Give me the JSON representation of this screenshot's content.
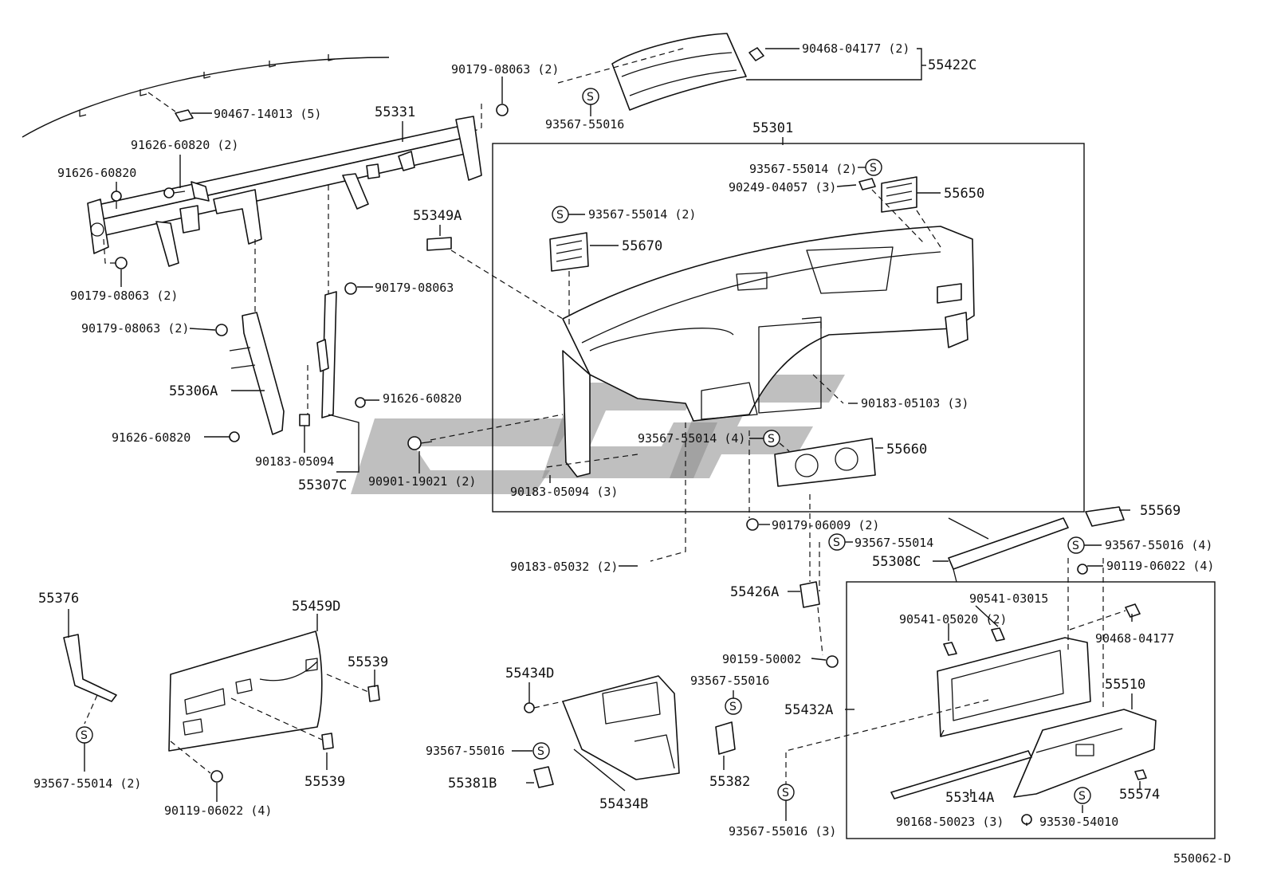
{
  "diagram_id": "550062-D",
  "symbol_text": "S",
  "labels": {
    "p55422C": "55422C",
    "p90468_04177_2": "90468-04177 (2)",
    "p93567_55016_a": "93567-55016",
    "p90179_08063_2a": "90179-08063 (2)",
    "p90467_14013": "90467-14013 (5)",
    "p55331": "55331",
    "p91626_60820_2": "91626-60820 (2)",
    "p91626_60820_a": "91626-60820",
    "p90179_08063_2b": "90179-08063 (2)",
    "p90179_08063_2c": "90179-08063 (2)",
    "p55306A": "55306A",
    "p91626_60820_b": "91626-60820",
    "p90179_08063": "90179-08063",
    "p91626_60820_c": "91626-60820",
    "p90183_05094": "90183-05094",
    "p55307C": "55307C",
    "p90901_19021": "90901-19021 (2)",
    "p55349A": "55349A",
    "p55301": "55301",
    "p93567_55014_2a": "93567-55014 (2)",
    "p55650": "55650",
    "p90249_04057": "90249-04057 (3)",
    "p93567_55014_2b": "93567-55014 (2)",
    "p55670": "55670",
    "p90183_05103": "90183-05103 (3)",
    "p93567_55014_4": "93567-55014 (4)",
    "p55660": "55660",
    "p90183_05094_3": "90183-05094 (3)",
    "p90179_06009": "90179-06009 (2)",
    "p93567_55014_b": "93567-55014",
    "p55569": "55569",
    "p93567_55016_4": "93567-55016 (4)",
    "p90119_06022_4a": "90119-06022 (4)",
    "p55308C": "55308C",
    "p90183_05032": "90183-05032 (2)",
    "p55426A": "55426A",
    "p90541_03015": "90541-03015",
    "p90541_05020": "90541-05020 (2)",
    "p90468_04177": "90468-04177",
    "p90159_50002": "90159-50002",
    "p55510": "55510",
    "p55432A": "55432A",
    "p55376": "55376",
    "p55459D": "55459D",
    "p55539a": "55539",
    "p55539b": "55539",
    "p93567_55014_2c": "93567-55014 (2)",
    "p90119_06022_4b": "90119-06022 (4)",
    "p55434D": "55434D",
    "p93567_55016_b": "93567-55016",
    "p93567_55016_c": "93567-55016",
    "p55381B": "55381B",
    "p55434B": "55434B",
    "p55382": "55382",
    "p93567_55016_3": "93567-55016 (3)",
    "p55314A": "55314A",
    "p55574": "55574",
    "p90168_50023": "90168-50023 (3)",
    "p93530_54010": "93530-54010"
  }
}
